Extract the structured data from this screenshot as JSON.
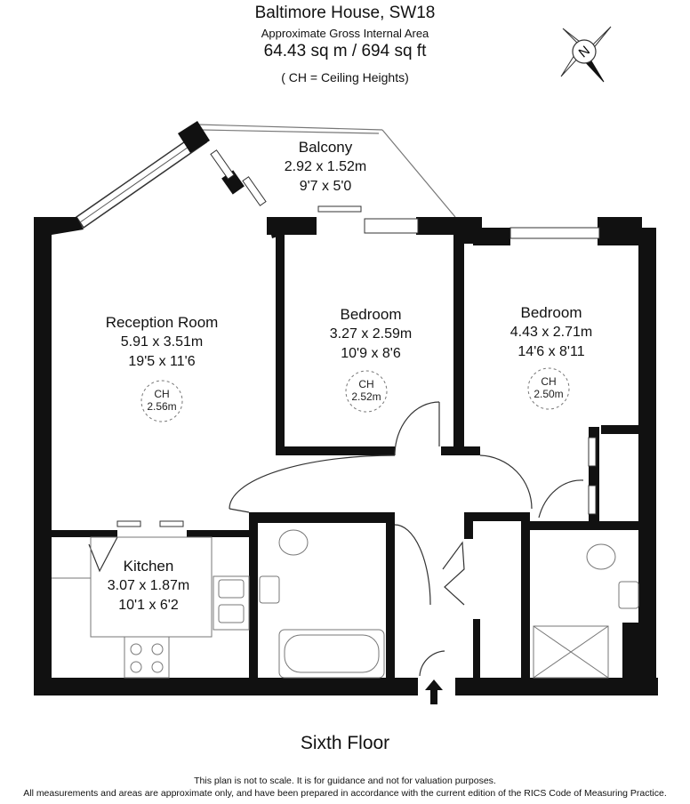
{
  "header": {
    "title": "Baltimore House, SW18",
    "subtitle": "Approximate Gross Internal Area",
    "area": "64.43 sq m /  694 sq ft",
    "ch_note": "( CH = Ceiling Heights)"
  },
  "compass": {
    "label": "N"
  },
  "rooms": {
    "balcony": {
      "name": "Balcony",
      "metric": "2.92 x 1.52m",
      "imperial": "9'7 x 5'0"
    },
    "reception": {
      "name": "Reception Room",
      "metric": "5.91 x 3.51m",
      "imperial": "19'5 x 11'6",
      "ch_label": "CH",
      "ch_value": "2.56m"
    },
    "bedroom1": {
      "name": "Bedroom",
      "metric": "3.27 x 2.59m",
      "imperial": "10'9 x 8'6",
      "ch_label": "CH",
      "ch_value": "2.52m"
    },
    "bedroom2": {
      "name": "Bedroom",
      "metric": "4.43 x 2.71m",
      "imperial": "14'6 x 8'11",
      "ch_label": "CH",
      "ch_value": "2.50m"
    },
    "kitchen": {
      "name": "Kitchen",
      "metric": "3.07 x 1.87m",
      "imperial": "10'1 x 6'2"
    }
  },
  "floor_label": "Sixth Floor",
  "disclaimer": {
    "line1": "This plan is not to scale. It is for guidance and not for valuation purposes.",
    "line2": "All measurements and areas are approximate only, and have been prepared in accordance with the current edition of the RICS Code of Measuring Practice."
  }
}
